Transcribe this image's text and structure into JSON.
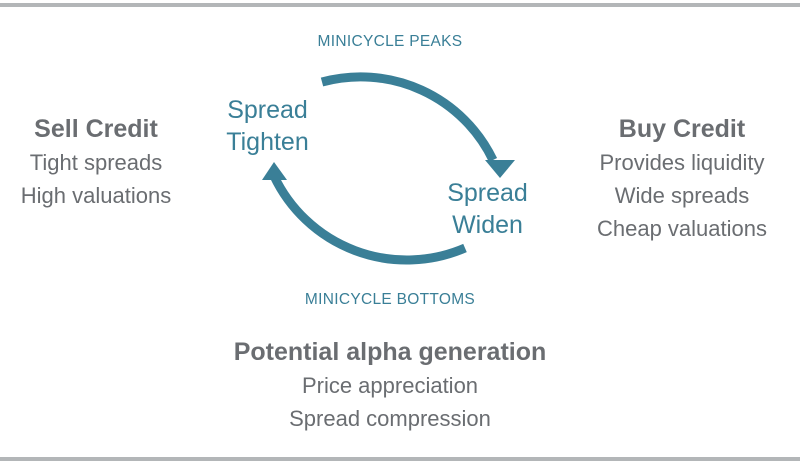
{
  "colors": {
    "accent": "#3a7f97",
    "text": "#6a6d71",
    "rule": "#b3b6b8"
  },
  "cycle": {
    "top_label": "MINICYCLE PEAKS",
    "bottom_label": "MINICYCLE BOTTOMS",
    "phase_tighten": [
      "Spread",
      "Tighten"
    ],
    "phase_widen": [
      "Spread",
      "Widen"
    ]
  },
  "sell": {
    "title": "Sell Credit",
    "lines": [
      "Tight spreads",
      "High valuations"
    ]
  },
  "buy": {
    "title": "Buy Credit",
    "lines": [
      "Provides liquidity",
      "Wide spreads",
      "Cheap valuations"
    ]
  },
  "alpha": {
    "title": "Potential alpha generation",
    "lines": [
      "Price appreciation",
      "Spread compression"
    ]
  }
}
